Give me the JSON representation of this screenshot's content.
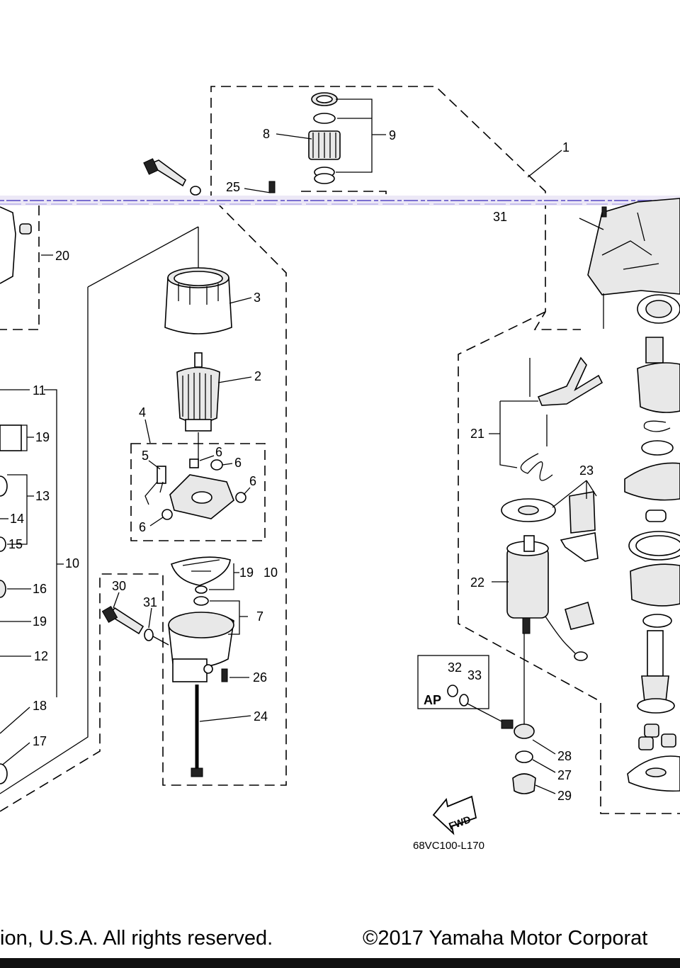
{
  "diagram": {
    "code": "68VC100-L170",
    "fwd_label": "FWD",
    "ap_label": "AP",
    "callouts": {
      "c1": "1",
      "c2": "2",
      "c3": "3",
      "c4": "4",
      "c5": "5",
      "c6a": "6",
      "c6b": "6",
      "c6c": "6",
      "c6d": "6",
      "c7": "7",
      "c8": "8",
      "c9": "9",
      "c10": "10",
      "c19_10": "19",
      "c10b": "10",
      "c11": "11",
      "c12": "12",
      "c13": "13",
      "c14": "14",
      "c15": "15",
      "c16": "16",
      "c17": "17",
      "c18": "18",
      "c19a": "19",
      "c19b": "19",
      "c20": "20",
      "c21": "21",
      "c22": "22",
      "c23": "23",
      "c24": "24",
      "c25": "25",
      "c26": "26",
      "c27": "27",
      "c28": "28",
      "c29": "29",
      "c30": "30",
      "c31a": "31",
      "c31b": "31",
      "c32": "32",
      "c33": "33"
    }
  },
  "footer": {
    "left": "ion, U.S.A. All rights reserved.",
    "right": "©2017 Yamaha Motor Corporat"
  }
}
